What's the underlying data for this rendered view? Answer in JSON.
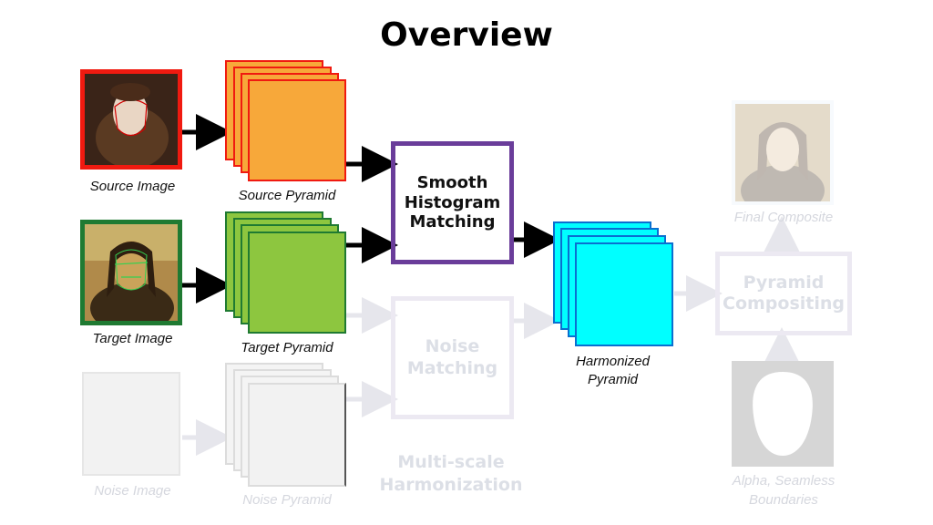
{
  "title": "Overview",
  "captions": {
    "source_image": "Source Image",
    "source_pyramid": "Source Pyramid",
    "target_image": "Target Image",
    "target_pyramid": "Target Pyramid",
    "noise_image": "Noise Image",
    "noise_pyramid": "Noise Pyramid",
    "harmonized_pyramid_line1": "Harmonized",
    "harmonized_pyramid_line2": "Pyramid",
    "final_composite": "Final Composite",
    "alpha_line1": "Alpha, Seamless",
    "alpha_line2": "Boundaries"
  },
  "boxes": {
    "smooth_histogram": [
      "Smooth",
      "Histogram",
      "Matching"
    ],
    "noise_matching": [
      "Noise",
      "Matching"
    ],
    "pyramid_compositing": [
      "Pyramid",
      "Compositing"
    ]
  },
  "group_label": [
    "Multi-scale",
    "Harmonization"
  ],
  "colors": {
    "source": "#f01a10",
    "source_fill": "#f7a83a",
    "target": "#1f7a32",
    "target_fill": "#8dc63f",
    "harmonized": "#0a6fd0",
    "harmonized_fill": "#00ffff",
    "histogram_box": "#6a3d9a",
    "faded": "#e3e0ea"
  }
}
